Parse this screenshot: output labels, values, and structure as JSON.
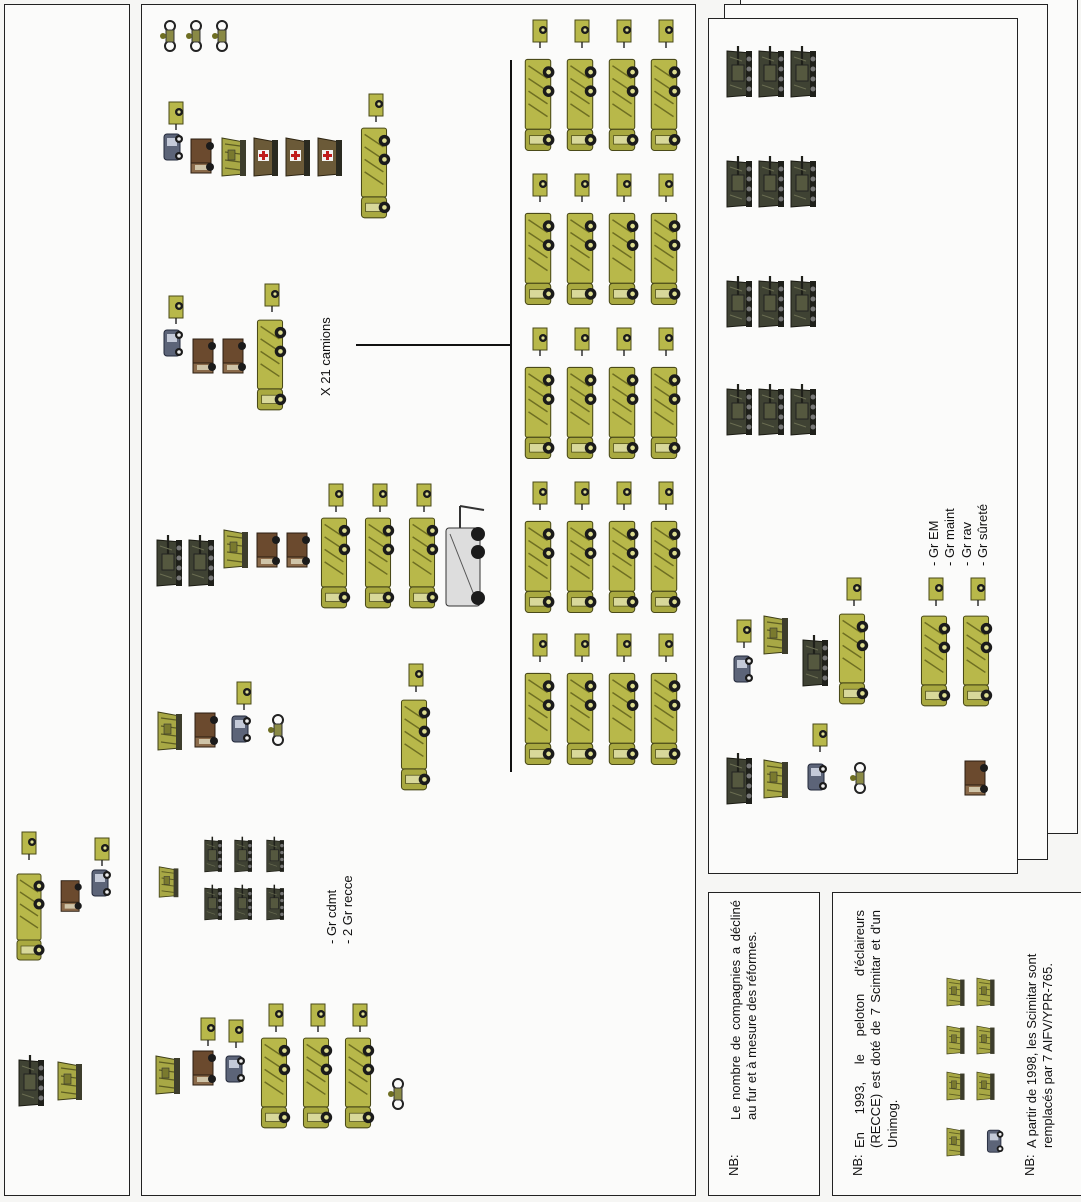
{
  "colors": {
    "olive": "#b8b84a",
    "olive_dark": "#6e6e22",
    "brown": "#6b4a2e",
    "blue_grey": "#5c6478",
    "tank": "#3b3d30",
    "frame": "#222222"
  },
  "annotations": {
    "camions": "X 21 camions",
    "recce_groups": [
      "- Gr cdmt",
      "- 2 Gr recce"
    ],
    "support_groups": [
      "- Gr EM",
      "- Gr maint",
      "- Gr rav",
      "- Gr sûreté"
    ]
  },
  "notes": {
    "note1_label": "NB:",
    "note1_text": "Le nombre de compagnies a décliné au fur et à mesure des réformes.",
    "note2_label": "NB:",
    "note2_text": "En 1993, le peloton d'éclaireurs (RECCE) est doté de 7 Scimitar et d'un Unimog.",
    "note3_label": "NB:",
    "note3_text": "A partir de 1998, les Scimitar sont remplacés par 7 AIFV/YPR-765."
  },
  "icons": [
    "tank-icon",
    "apc-icon",
    "truck-icon",
    "jeep-icon",
    "trailer-icon",
    "motorcycle-icon",
    "ambulance-icon",
    "crane-icon"
  ]
}
